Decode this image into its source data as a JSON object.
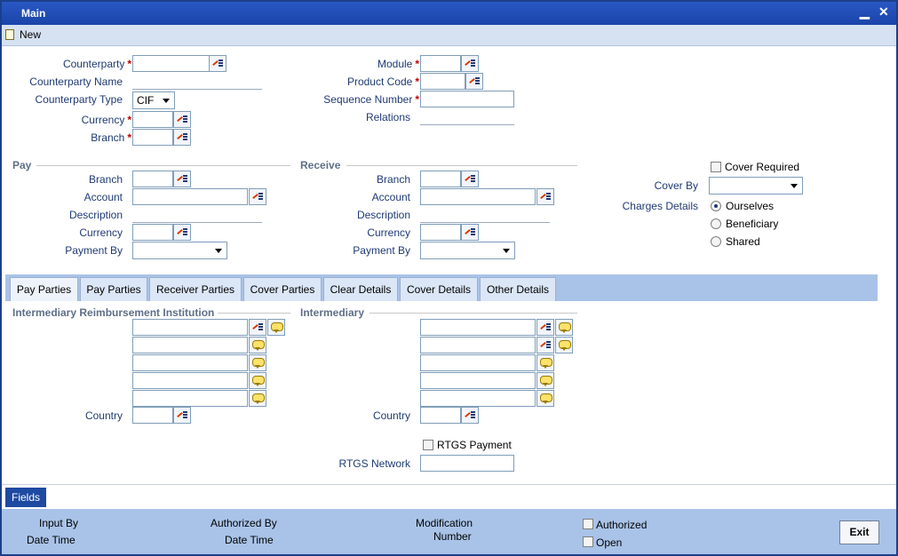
{
  "window": {
    "title": "Main",
    "minimize_glyph": "▁",
    "close_glyph": "✕"
  },
  "toolbar": {
    "new_label": "New"
  },
  "header": {
    "counterparty_label": "Counterparty",
    "counterparty_name_label": "Counterparty Name",
    "counterparty_type_label": "Counterparty Type",
    "counterparty_type_value": "CIF",
    "currency_label": "Currency",
    "branch_label": "Branch",
    "module_label": "Module",
    "product_code_label": "Product Code",
    "sequence_number_label": "Sequence Number",
    "relations_label": "Relations",
    "required_marker": "*"
  },
  "pay": {
    "title": "Pay",
    "branch_label": "Branch",
    "account_label": "Account",
    "description_label": "Description",
    "currency_label": "Currency",
    "payment_by_label": "Payment By"
  },
  "receive": {
    "title": "Receive",
    "branch_label": "Branch",
    "account_label": "Account",
    "description_label": "Description",
    "currency_label": "Currency",
    "payment_by_label": "Payment By"
  },
  "cover": {
    "cover_required_label": "Cover Required",
    "cover_by_label": "Cover By",
    "charges_details_label": "Charges Details",
    "charges_options": [
      "Ourselves",
      "Beneficiary",
      "Shared"
    ],
    "charges_selected": "Ourselves"
  },
  "tabs": [
    "Pay Parties",
    "Pay Parties",
    "Receiver Parties",
    "Cover Parties",
    "Clear Details",
    "Cover Details",
    "Other Details"
  ],
  "intermediary_reimbursement": {
    "title": "Intermediary Reimbursement Institution",
    "country_label": "Country"
  },
  "intermediary": {
    "title": "Intermediary",
    "country_label": "Country"
  },
  "rtgs": {
    "payment_label": "RTGS Payment",
    "network_label": "RTGS Network"
  },
  "fields_button": "Fields",
  "footer": {
    "input_by": "Input By",
    "date_time_1": "Date Time",
    "authorized_by": "Authorized By",
    "date_time_2": "Date Time",
    "modification": "Modification",
    "number": "Number",
    "authorized": "Authorized",
    "open": "Open",
    "exit": "Exit"
  },
  "colors": {
    "title_bar": "#1a44a8",
    "label_text": "#1f3a73",
    "required": "#c00000",
    "tab_bar": "#a9c3e8",
    "footer": "#a9c3e8"
  }
}
